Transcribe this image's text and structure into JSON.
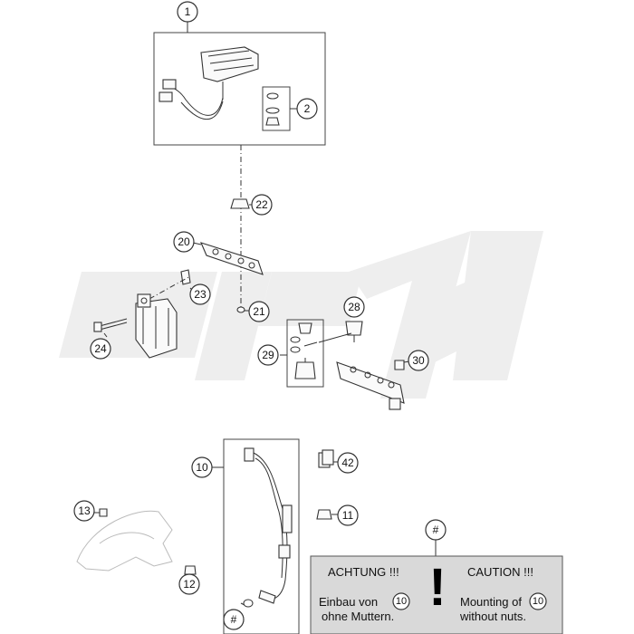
{
  "callouts": {
    "c1": "1",
    "c2": "2",
    "c10": "10",
    "c11": "11",
    "c12": "12",
    "c13": "13",
    "c20": "20",
    "c21": "21",
    "c22": "22",
    "c23": "23",
    "c24": "24",
    "c28": "28",
    "c29": "29",
    "c30": "30",
    "c42": "42",
    "hash": "#"
  },
  "notice": {
    "marker": "#",
    "title_de": "ACHTUNG !!!",
    "title_en": "CAUTION !!!",
    "line1_de": "Einbau von",
    "line2_de": "ohne Muttern.",
    "line1_en": "Mounting of",
    "line2_en": "without nuts.",
    "ref_de": "10",
    "ref_en": "10",
    "exclamation": "!"
  },
  "colors": {
    "watermark": "#eeeeee",
    "notice_bg": "#d9d9d9",
    "line": "#333333"
  }
}
